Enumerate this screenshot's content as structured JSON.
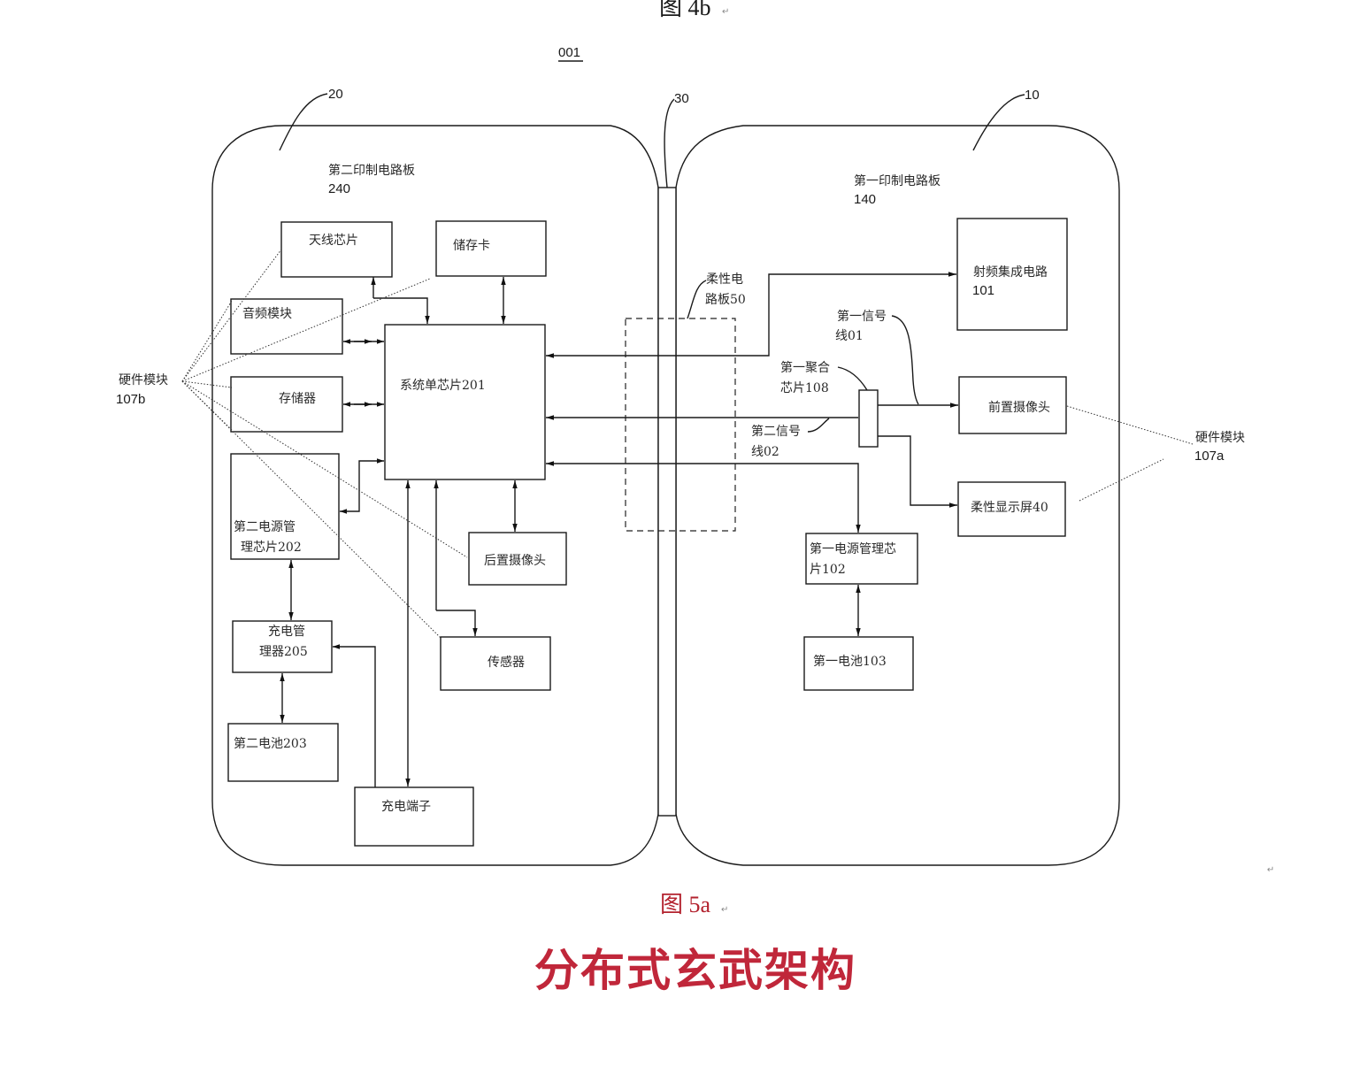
{
  "captions": {
    "top_figure": "图 4b",
    "bottom_figure": "图 5a",
    "headline": "分布式玄武架构",
    "paragraph_mark": "↵"
  },
  "ref_labels": {
    "device": "001",
    "second_body": "20",
    "hinge": "30",
    "first_body": "10"
  },
  "second_board": {
    "title": "第二印制电路板",
    "number": "240",
    "blocks": {
      "antenna": "天线芯片",
      "storage_card": "储存卡",
      "audio": "音频模块",
      "memory": "存储器",
      "soc_line1": "系统单芯片201",
      "pmic_line1": "第二电源管",
      "pmic_line2": "理芯片202",
      "rear_camera": "后置摄像头",
      "charge_mgr_line1": "充电管",
      "charge_mgr_line2": "理器205",
      "sensor": "传感器",
      "battery2": "第二电池203",
      "charge_port": "充电端子"
    },
    "hardware_module": {
      "line1": "硬件模块",
      "line2": "107b"
    }
  },
  "flex_board": {
    "line1": "柔性电",
    "line2": "路板50"
  },
  "first_board": {
    "title": "第一印制电路板",
    "number": "140",
    "blocks": {
      "rf_line1": "射频集成电路",
      "rf_line2": "101",
      "front_camera": "前置摄像头",
      "flexible_display": "柔性显示屏40",
      "pmic_line1": "第一电源管理芯",
      "pmic_line2": "片102",
      "battery1": "第一电池103"
    },
    "signal_line1": {
      "line1": "第一信号",
      "line2": "线01"
    },
    "aggregation_chip": {
      "line1": "第一聚合",
      "line2": "芯片108"
    },
    "signal_line2": {
      "line1": "第二信号",
      "line2": "线02"
    },
    "hardware_module": {
      "line1": "硬件模块",
      "line2": "107a"
    }
  }
}
